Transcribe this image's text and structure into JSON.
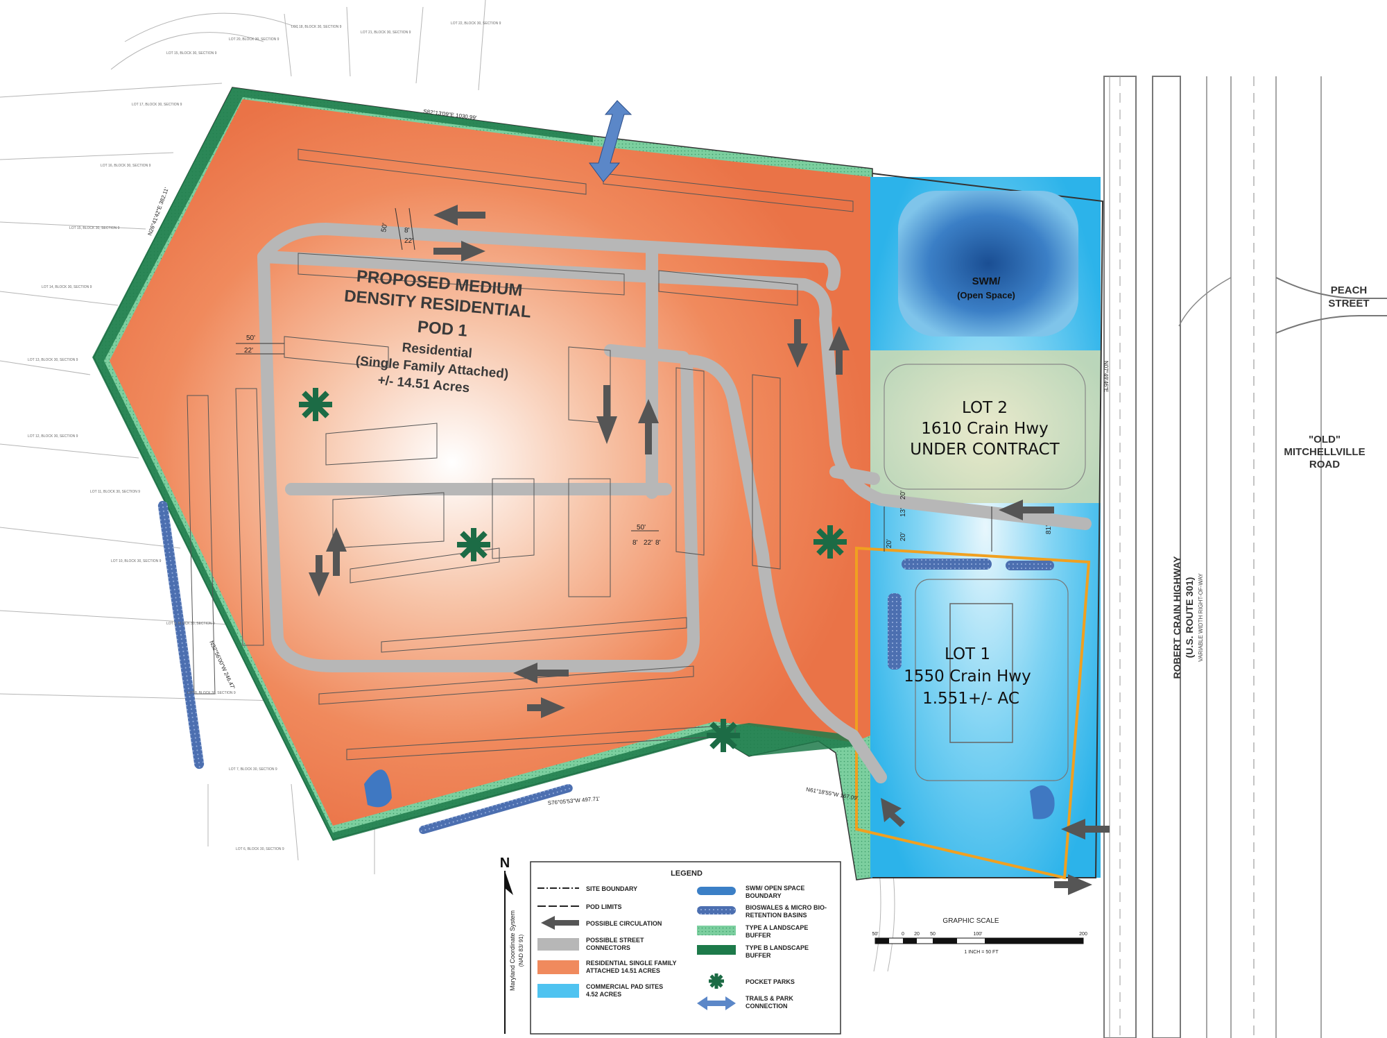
{
  "pod": {
    "heading_line1": "PROPOSED MEDIUM",
    "heading_line2": "DENSITY RESIDENTIAL",
    "name": "POD 1",
    "use_line1": "Residential",
    "use_line2": "(Single Family Attached)",
    "area": "+/- 14.51 Acres"
  },
  "swm": {
    "line1": "SWM/",
    "line2": "(Open Space)"
  },
  "lot2": {
    "name": "LOT 2",
    "address": "1610 Crain Hwy",
    "status": "UNDER CONTRACT"
  },
  "lot1": {
    "name": "LOT 1",
    "address": "1550 Crain Hwy",
    "area": "1.551+/- AC"
  },
  "roads": {
    "peach_line1": "PEACH",
    "peach_line2": "STREET",
    "mitch_line1": "\"OLD\"",
    "mitch_line2": "MITCHELLVILLE",
    "mitch_line3": "ROAD",
    "crain_line1": "ROBERT CRAIN HIGHWAY",
    "crain_line2": "(U.S. ROUTE 301)",
    "crain_line3": "VARIABLE WIDTH RIGHT-OF-WAY"
  },
  "dims": {
    "d50a": "50'",
    "d22a": "22'",
    "d8a": "8'",
    "d50b": "50'",
    "d22b": "22'",
    "d50c": "50'",
    "d8c": "8'",
    "d22c": "22'",
    "d8d": "8'",
    "d20a": "20'",
    "d13": "13'",
    "d20b": "20'",
    "d20c": "20'",
    "d81": "81'"
  },
  "bearings": {
    "north": "S82°13'09\"E   1030.99'",
    "west": "N26°41'42\"E   382.11'",
    "southwest": "N32°56'00\"W   246.47'",
    "south": "S76°05'53\"W   497.71'",
    "southeast": "N61°18'55\"W   167.09'",
    "east": "N07°49'46\"E"
  },
  "neighbors": [
    "LOT 15, BLOCK 30, SECTION 9",
    "LOT 20, BLOCK 30, SECTION 9",
    "LOT 21, BLOCK 30, SECTION 9",
    "LOT 22, BLOCK 30, SECTION 9",
    "LOT 18, BLOCK 30, SECTION 9",
    "LOT 17, BLOCK 30, SECTION 9",
    "LOT 16, BLOCK 30, SECTION 9",
    "LOT 15, BLOCK 30, SECTION 9",
    "LOT 14, BLOCK 30, SECTION 9",
    "LOT 13, BLOCK 30, SECTION 9",
    "LOT 12, BLOCK 30, SECTION 9",
    "LOT 11, BLOCK 30, SECTION 9",
    "LOT 10, BLOCK 30, SECTION 9",
    "LOT 9, BLOCK 30, SECTION 9",
    "LOT 8, BLOCK 30, SECTION 9",
    "LOT 7, BLOCK 30, SECTION 9",
    "LOT 6, BLOCK 30, SECTION 9"
  ],
  "legend": {
    "title": "LEGEND",
    "site_boundary": "SITE BOUNDARY",
    "pod_limits": "POD LIMITS",
    "circulation": "POSSIBLE CIRCULATION",
    "street_connectors_1": "POSSIBLE STREET",
    "street_connectors_2": "CONNECTORS",
    "residential_1": "RESIDENTIAL SINGLE FAMILY",
    "residential_2": "ATTACHED 14.51 ACRES",
    "commercial_1": "COMMERCIAL PAD SITES",
    "commercial_2": "4.52 ACRES",
    "swm_1": "SWM/ OPEN SPACE",
    "swm_2": "BOUNDARY",
    "bioswale_1": "BIOSWALES & MICRO BIO-",
    "bioswale_2": "RETENTION BASINS",
    "typea_1": "TYPE A LANDSCAPE",
    "typea_2": "BUFFER",
    "typeb_1": "TYPE B LANDSCAPE",
    "typeb_2": "BUFFER",
    "parks": "POCKET PARKS",
    "trails_1": "TRAILS & PARK",
    "trails_2": "CONNECTION"
  },
  "north_arrow": {
    "letter": "N",
    "system_1": "Maryland Coordinate System",
    "system_2": "(NAD 83/ 91)"
  },
  "scale": {
    "title": "GRAPHIC SCALE",
    "t0": "50'",
    "t1": "0",
    "t2": "20",
    "t3": "50",
    "t4": "100'",
    "t5": "200",
    "ratio": "1 INCH = 50 FT"
  },
  "colors": {
    "residential": "#f08a5d",
    "commercial": "#4fc3f0",
    "buffer_a": "#7ccf9f",
    "buffer_b": "#1d7a4a",
    "arrow": "#555555",
    "connector": "#b7b7b7",
    "trail": "#5b87c8",
    "park": "#1c6b45",
    "lot1_outline": "#f0a020"
  }
}
